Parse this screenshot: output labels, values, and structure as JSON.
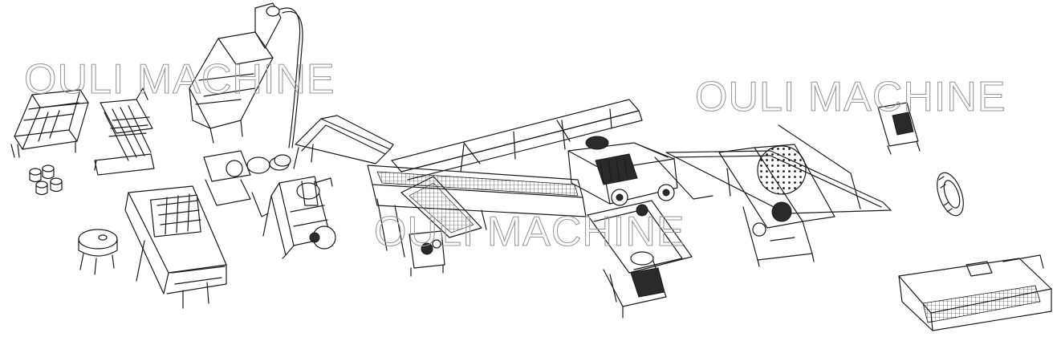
{
  "watermark": {
    "text_1": "OULI MACHINE",
    "text_2": "OULI MACHINE",
    "text_3": "OULI MACHINE",
    "color": "#9a9a9a"
  },
  "colors": {
    "line": "#1a1a1a",
    "background": "#ffffff"
  }
}
